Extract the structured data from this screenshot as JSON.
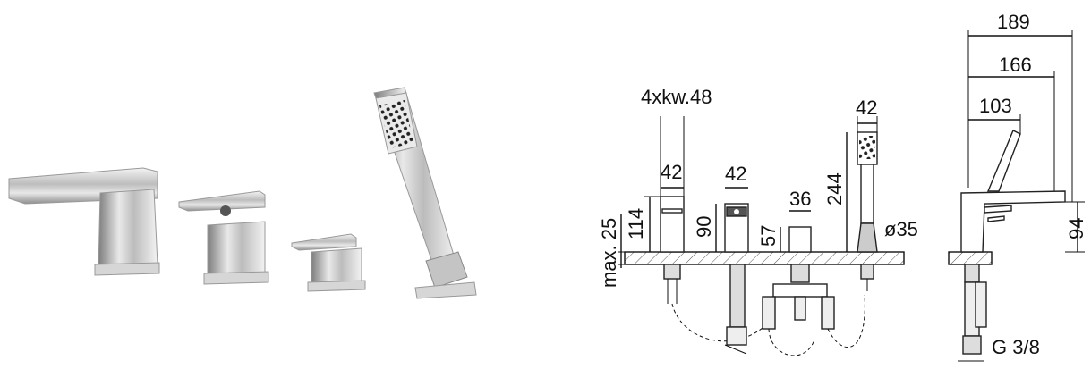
{
  "dimensions": {
    "total_width": "189",
    "width_166": "166",
    "width_103": "103",
    "hole_spec": "4xkw.48",
    "spout_width": "42",
    "spout_height": "114",
    "mixer_width": "42",
    "mixer_height": "90",
    "diverter_width": "36",
    "diverter_height": "57",
    "handshower_width": "42",
    "handshower_height": "244",
    "hose_diameter": "ø35",
    "deck_max": "max. 25",
    "side_height": "94",
    "thread": "G 3/8"
  },
  "colors": {
    "chrome_dark": "#8a8a8a",
    "chrome_mid": "#c8c8c8",
    "chrome_light": "#f2f2f2",
    "line": "#111111"
  }
}
